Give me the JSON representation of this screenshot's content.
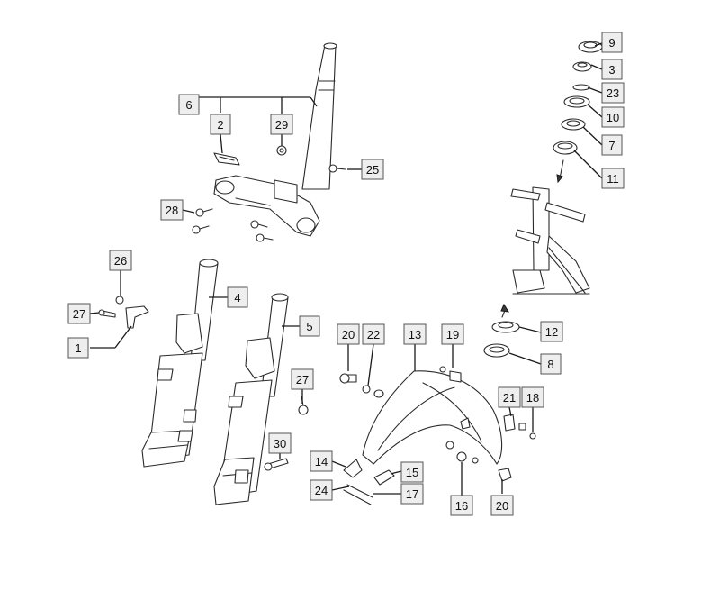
{
  "labels": {
    "l9": "9",
    "l3": "3",
    "l23": "23",
    "l10": "10",
    "l7": "7",
    "l11": "11",
    "l6": "6",
    "l2": "2",
    "l29": "29",
    "l25": "25",
    "l28": "28",
    "l26": "26",
    "l4": "4",
    "l27a": "27",
    "l1": "1",
    "l5": "5",
    "l12": "12",
    "l8": "8",
    "l20a": "20",
    "l22": "22",
    "l13": "13",
    "l19": "19",
    "l27b": "27",
    "l21": "21",
    "l18": "18",
    "l30": "30",
    "l14": "14",
    "l15": "15",
    "l24": "24",
    "l17": "17",
    "l16": "16",
    "l20b": "20"
  },
  "colors": {
    "line": "#2a2a2a",
    "label_fill": "#eeeeee",
    "label_border": "#555555"
  }
}
